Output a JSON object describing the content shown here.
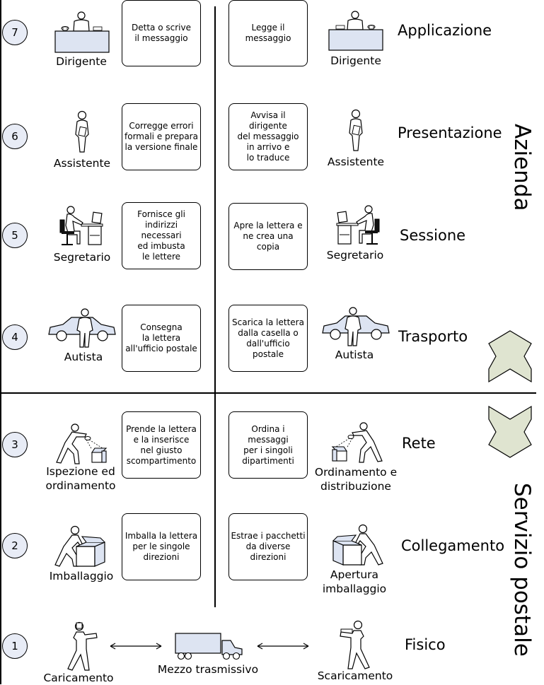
{
  "layers": [
    {
      "number": "7",
      "name": "Applicazione",
      "left_figure": {
        "icon": "executive-desk-icon",
        "caption": "Dirigente"
      },
      "left_text": "Detta o scrive\nil messaggio",
      "right_text": "Legge il\nmessaggio",
      "right_figure": {
        "icon": "executive-desk-icon",
        "caption": "Dirigente"
      }
    },
    {
      "number": "6",
      "name": "Presentazione",
      "left_figure": {
        "icon": "assistant-icon",
        "caption": "Assistente"
      },
      "left_text": "Corregge errori\nformali e prepara\nla versione finale",
      "right_text": "Avvisa il dirigente\ndel messaggio\nin arrivo e\nlo traduce",
      "right_figure": {
        "icon": "assistant-icon",
        "caption": "Assistente"
      }
    },
    {
      "number": "5",
      "name": "Sessione",
      "left_figure": {
        "icon": "secretary-desk-icon",
        "caption": "Segretario"
      },
      "left_text": "Fornisce gli\nindirizzi necessari\ned imbusta\nle lettere",
      "right_text": "Apre la lettera e\nne crea una copia",
      "right_figure": {
        "icon": "secretary-desk-icon",
        "caption": "Segretario"
      }
    },
    {
      "number": "4",
      "name": "Trasporto",
      "left_figure": {
        "icon": "driver-car-icon",
        "caption": "Autista"
      },
      "left_text": "Consegna\nla lettera\nall'ufficio postale",
      "right_text": "Scarica la lettera\ndalla casella o\ndall'ufficio postale",
      "right_figure": {
        "icon": "driver-car-icon",
        "caption": "Autista"
      }
    },
    {
      "number": "3",
      "name": "Rete",
      "left_figure": {
        "icon": "sorting-worker-icon",
        "caption": "Ispezione ed\nordinamento"
      },
      "left_text": "Prende la lettera\ne la inserisce\nnel giusto\nscompartimento",
      "right_text": "Ordina i messaggi\nper i singoli\ndipartimenti",
      "right_figure": {
        "icon": "sorting-worker-icon",
        "caption": "Ordinamento e\ndistribuzione"
      }
    },
    {
      "number": "2",
      "name": "Collegamento",
      "left_figure": {
        "icon": "packing-worker-icon",
        "caption": "Imballaggio"
      },
      "left_text": "Imballa la lettera\nper le singole\ndirezioni",
      "right_text": "Estrae i pacchetti\nda diverse\ndirezioni",
      "right_figure": {
        "icon": "packing-worker-icon",
        "caption": "Apertura\nimballaggio"
      }
    }
  ],
  "physical": {
    "number": "1",
    "name": "Fisico",
    "loading_caption": "Caricamento",
    "medium_caption": "Mezzo trasmissivo",
    "unloading_caption": "Scaricamento"
  },
  "groups": {
    "upper": "Azienda",
    "lower": "Servizio postale"
  },
  "colors": {
    "circle_fill": "#e8ecf6",
    "arrow_fill": "#dfe4d0",
    "figure_fill": "#dde4f2"
  }
}
